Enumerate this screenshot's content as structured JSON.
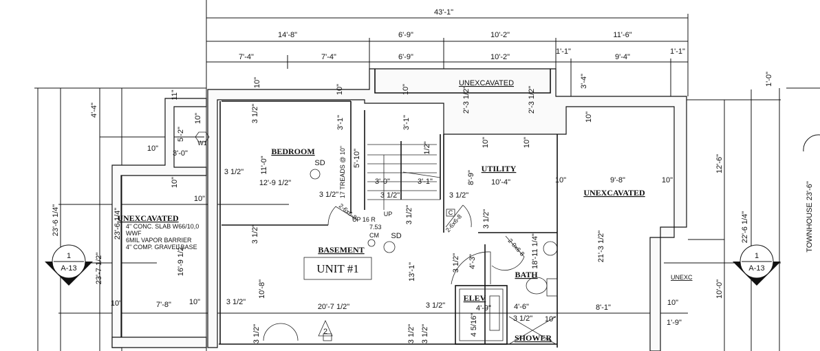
{
  "dims_h": [
    "43'-1\"",
    "14'-8\"",
    "6'-9\"",
    "10'-2\"",
    "11'-6\"",
    "7'-4\"",
    "7'-4\"",
    "6'-9\"",
    "10'-2\"",
    "1'-1\"",
    "9'-4\"",
    "1'-1\"",
    "10\"",
    "3'-0\"",
    "12'-9 1/2\"",
    "3 1/2\"",
    "3 1/2\"",
    "3'-0\"",
    "3'-1\"",
    "3 1/2\"",
    "10'-4\"",
    "3 1/2\"",
    "10\"",
    "9'-8\"",
    "10\"",
    "10\"",
    "7'-8\"",
    "10\"",
    "3 1/2\"",
    "20'-7 1/2\"",
    "3 1/2\"",
    "4'-6\"",
    "3 1/2\"",
    "10\"",
    "8'-1\"",
    "10\"",
    "1'-9\"",
    "10\""
  ],
  "dims_v": [
    "10\"",
    "10\"",
    "10\"",
    "3'-4\"",
    "1'-0\"",
    "2'-3 1/2\"",
    "2'-3 1/2\"",
    "4'-4\"",
    "11\"",
    "10\"",
    "5'-2\"",
    "3 1/2\"",
    "11'-0\"",
    "3'-1\"",
    "3'-1\"",
    "5'-10\"",
    "17 TREADS @ 10\"",
    "1/2\"",
    "10\"",
    "10\"",
    "8'-9\"",
    "10\"",
    "12'-6\"",
    "TOWNHOUSE 23'-6\"",
    "10\"",
    "23'-6 1/4\"",
    "23'-6 1/4\"",
    "23'-7 1/2\"",
    "16'-9 1/2\"",
    "3 1/2\"",
    "10'-8\"",
    "3 1/2\"",
    "13'-1\"",
    "3 1/2\"",
    "21'-3 1/2\"",
    "22'-6 1/4\"",
    "18'-11 1/4\"",
    "4'-3\"",
    "3 1/2\"",
    "10'-0\"",
    "3 1/2\"",
    "3 1/2\"",
    "3 1/2\"",
    "4 5/16\""
  ],
  "rooms": {
    "bedroom": "BEDROOM",
    "basement": "BASEMENT",
    "unit": "UNIT #1",
    "utility": "UTILITY",
    "bath": "BATH",
    "elevator": "ELEV",
    "elevator_dim": "4'-9\"",
    "shower": "SHOWER",
    "unexcavated_top": "UNEXCAVATED",
    "unexcavated_right": "UNEXCAVATED",
    "unexcavated_left": "UNEXCAVATED",
    "unexcavated_small": "UNEXC"
  },
  "slab_notes": [
    "4\" CONC. SLAB W66/10,0",
    "WWF",
    "6MIL VAPOR BARRIER",
    "4\" COMP. GRAVEL BASE"
  ],
  "symbols": {
    "smoke_detector": "SD",
    "carbon_monoxide": "CM",
    "stair_up": "UP",
    "stair_risers": "UP 16 R",
    "riser_height": "7.53",
    "window_tag": "W1",
    "door_tag": "C",
    "revision": "2",
    "door_bedroom": "2-6x6-8",
    "door_utility": "2-6x6-8",
    "door_bath": "2-0x6-8"
  },
  "section_marker": {
    "number": "1",
    "sheet": "A-13"
  }
}
